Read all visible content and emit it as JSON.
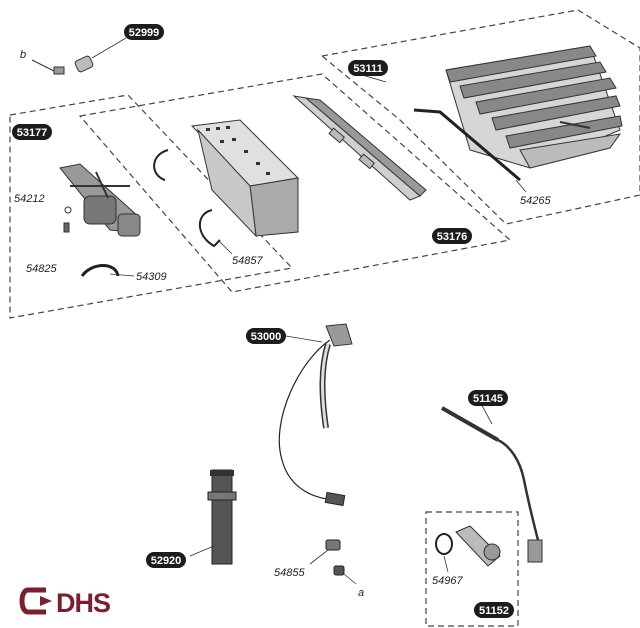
{
  "badges": {
    "p52999": "52999",
    "p53111": "53111",
    "p53177": "53177",
    "p53176": "53176",
    "p53000": "53000",
    "p51145": "51145",
    "p52920": "52920",
    "p51152": "51152"
  },
  "labels": {
    "b": "b",
    "a": "a",
    "p54212": "54212",
    "p54825": "54825",
    "p54309": "54309",
    "p54857": "54857",
    "p54265": "54265",
    "p54855": "54855",
    "p54967": "54967"
  },
  "logo": {
    "text": "DHS"
  },
  "colors": {
    "badge_bg": "#1c1c1c",
    "badge_text": "#ffffff",
    "line": "#333333",
    "logo": "#7a1f2e"
  }
}
